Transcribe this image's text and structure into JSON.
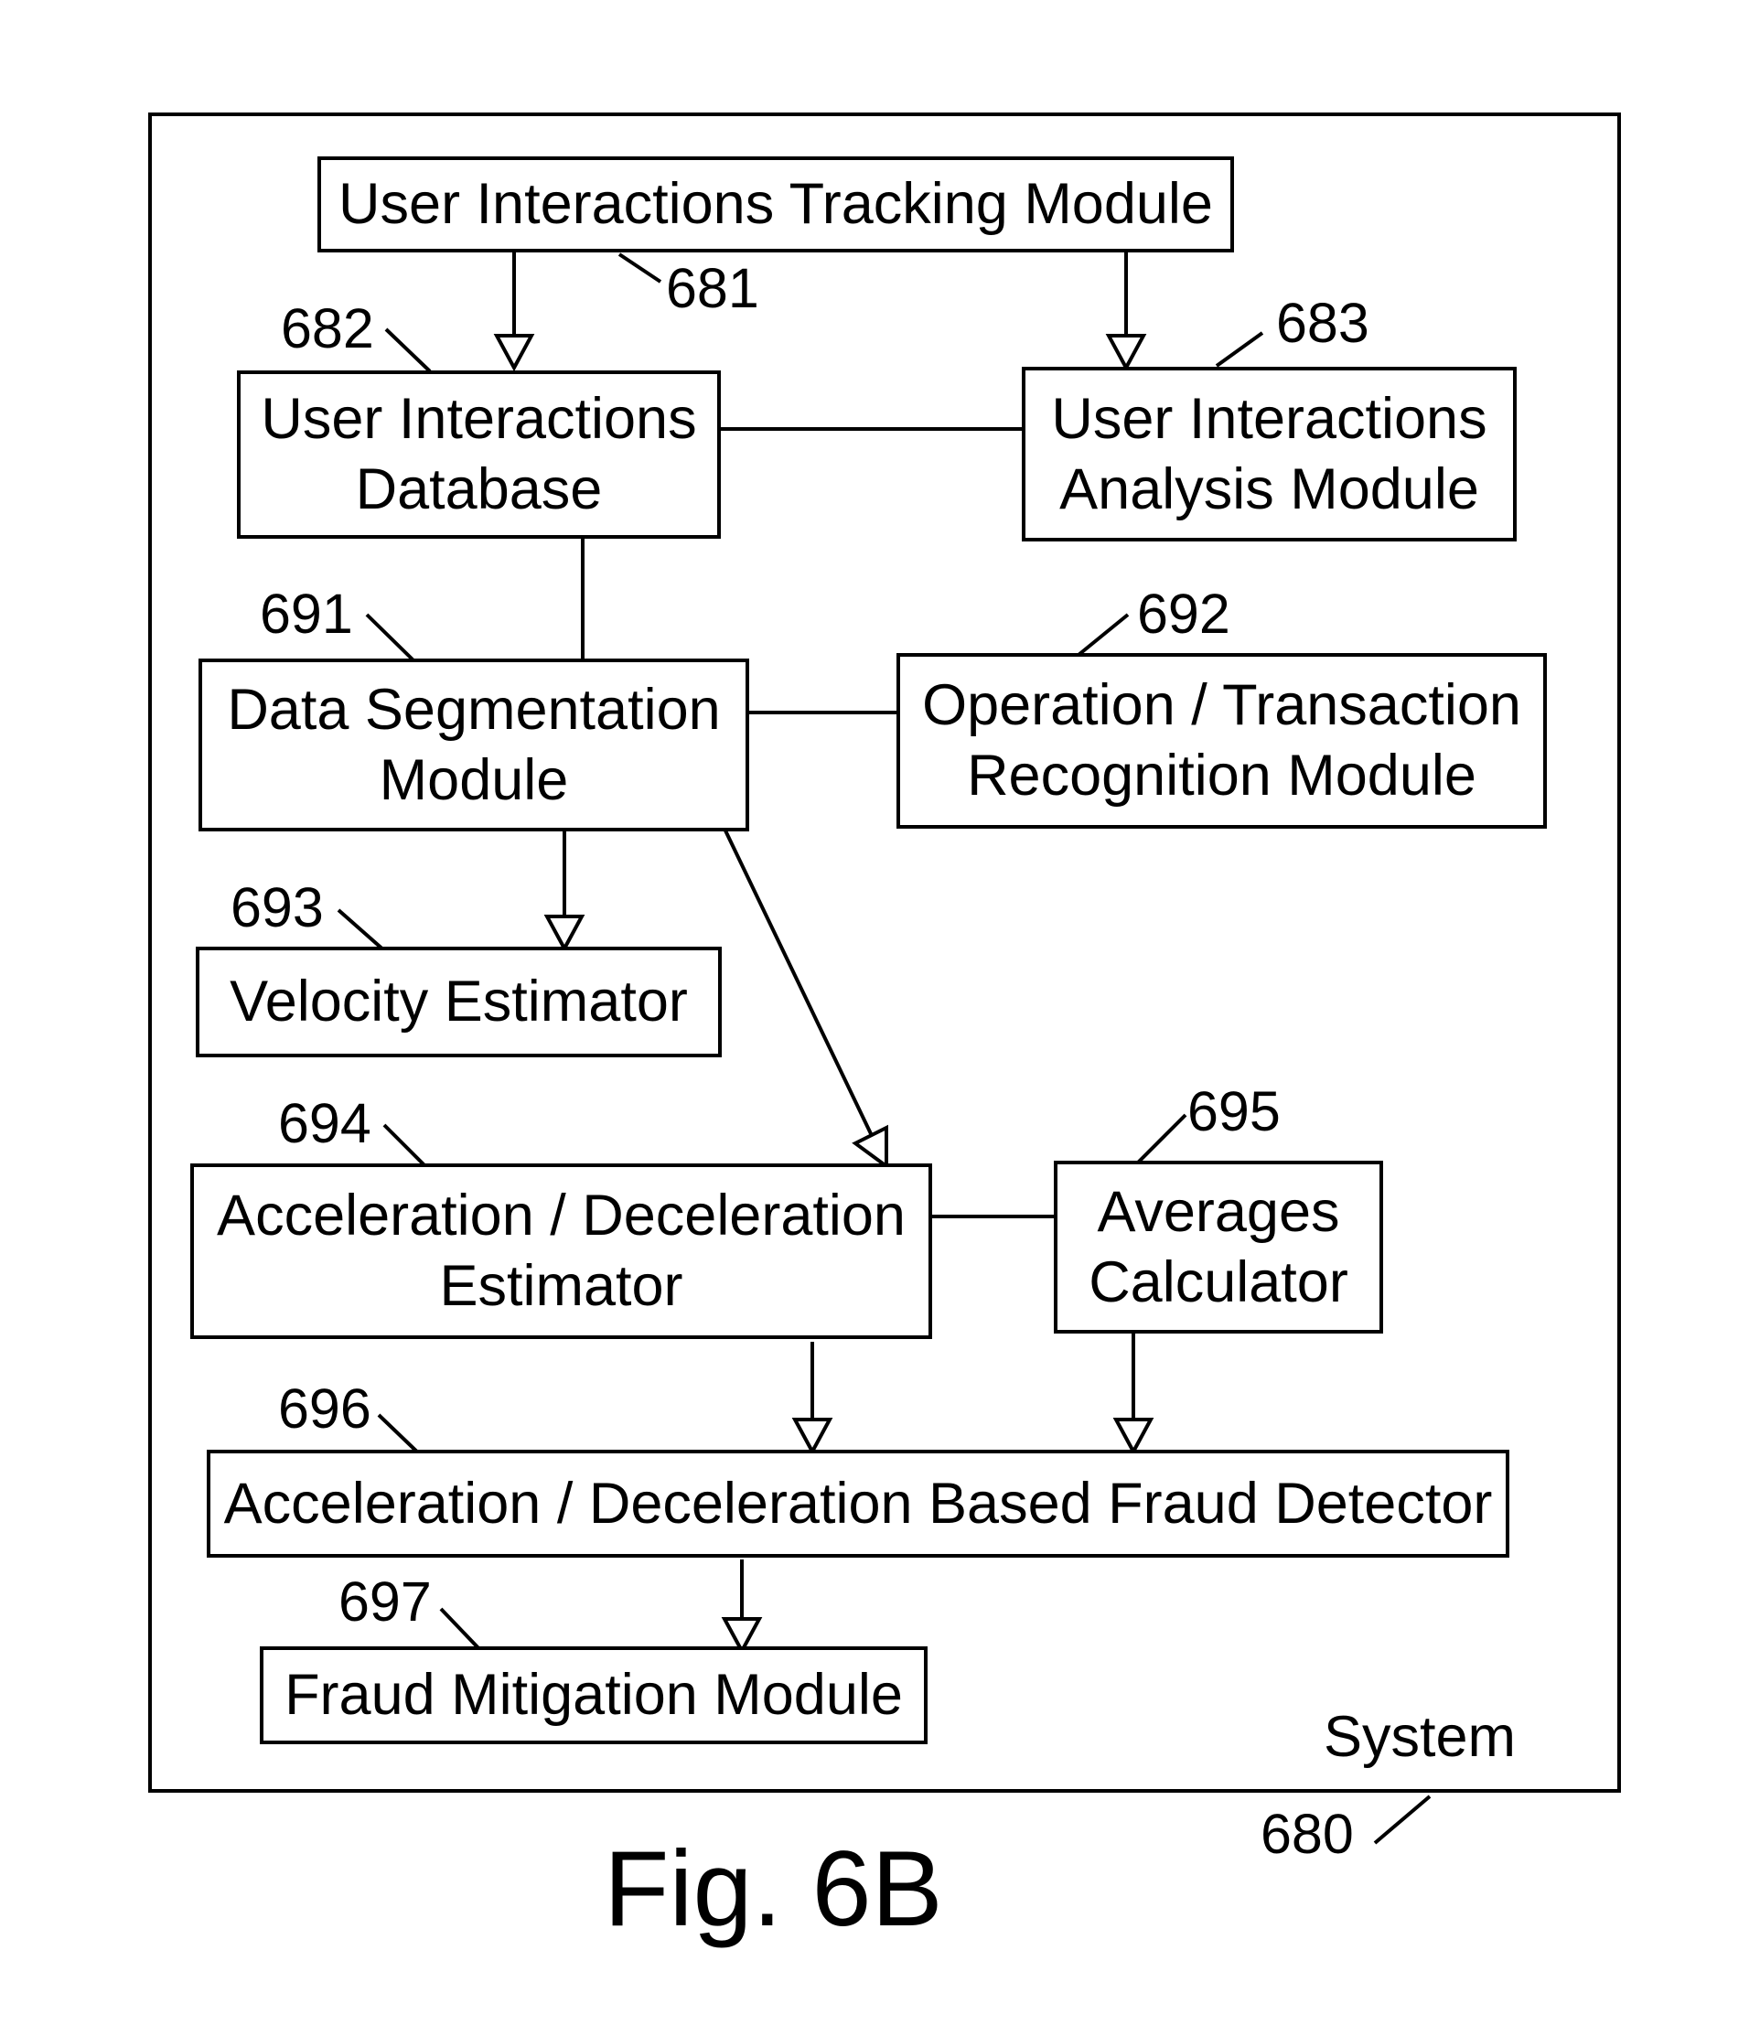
{
  "system": {
    "label": "System",
    "ref": "680"
  },
  "figure_caption": "Fig. 6B",
  "modules": {
    "tracking": {
      "ref": "681",
      "lines": [
        "User Interactions Tracking Module"
      ]
    },
    "database": {
      "ref": "682",
      "lines": [
        "User Interactions",
        "Database"
      ]
    },
    "analysis": {
      "ref": "683",
      "lines": [
        "User Interactions",
        "Analysis Module"
      ]
    },
    "segmentation": {
      "ref": "691",
      "lines": [
        "Data Segmentation",
        "Module"
      ]
    },
    "recognition": {
      "ref": "692",
      "lines": [
        "Operation / Transaction",
        "Recognition Module"
      ]
    },
    "velocity": {
      "ref": "693",
      "lines": [
        "Velocity Estimator"
      ]
    },
    "acceleration": {
      "ref": "694",
      "lines": [
        "Acceleration / Deceleration",
        "Estimator"
      ]
    },
    "averages": {
      "ref": "695",
      "lines": [
        "Averages",
        "Calculator"
      ]
    },
    "fraud_detector": {
      "ref": "696",
      "lines": [
        "Acceleration / Deceleration Based Fraud Detector"
      ]
    },
    "mitigation": {
      "ref": "697",
      "lines": [
        "Fraud Mitigation Module"
      ]
    }
  }
}
